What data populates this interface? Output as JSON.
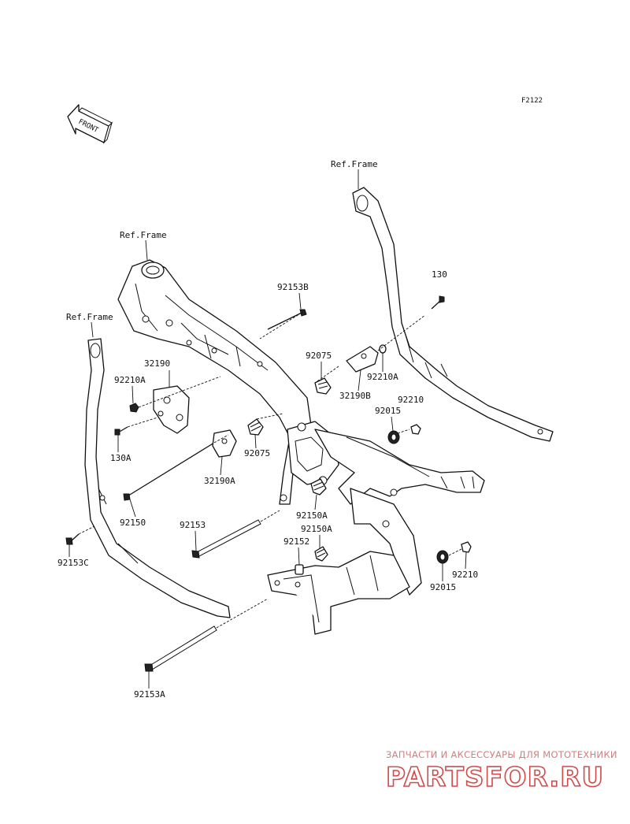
{
  "diagram": {
    "figure_code": "F2122",
    "front_label": "FRONT",
    "ref_frame_labels": [
      "Ref.Frame",
      "Ref.Frame",
      "Ref.Frame"
    ],
    "part_labels": {
      "p92153B": "92153B",
      "p130": "130",
      "p32190": "32190",
      "p92075_top": "92075",
      "p92210A_right": "92210A",
      "p92210A_left": "92210A",
      "p32190B": "32190B",
      "p92210_top": "92210",
      "p92015_top": "92015",
      "p130A": "130A",
      "p92075_mid": "92075",
      "p32190A": "32190A",
      "p92150": "92150",
      "p92150A_a": "92150A",
      "p92153": "92153",
      "p92150A_b": "92150A",
      "p92152": "92152",
      "p92153C": "92153C",
      "p92210_bottom": "92210",
      "p92015_bottom": "92015",
      "p92153A": "92153A"
    }
  },
  "watermark": {
    "tagline": "ЗАПЧАСТИ И АКСЕССУАРЫ ДЛЯ МОТОТЕХНИКИ",
    "brand": "PARTSFOR.RU"
  }
}
